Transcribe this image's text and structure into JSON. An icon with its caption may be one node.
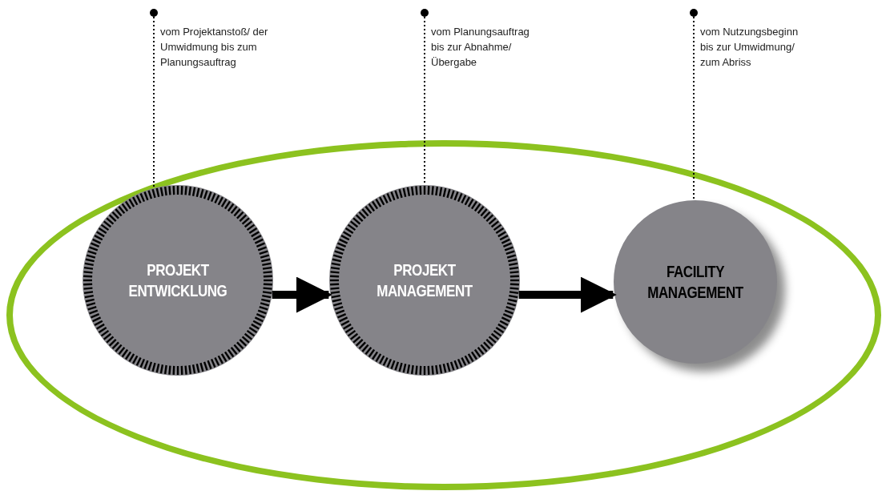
{
  "diagram": {
    "nodes": [
      {
        "text": [],
        "shape": "ellipse"
      },
      {
        "text": [
          "PROJEKT ENTWICKLUNG"
        ],
        "in": 0
      },
      {
        "text": [
          "PROJEKT MANAGEMENT"
        ],
        "in": 0
      },
      {
        "text": [
          "FACILITY MANAGEMENT"
        ],
        "in": 0
      },
      {
        "text": [
          "vom Projektanstoß/ der Umwidmung bis zum Planungsauftrag"
        ]
      },
      {
        "text": [
          "vom Planungsauftrag bis zur Abnahme/ Übergabe"
        ]
      },
      {
        "text": [
          "vom Nutzungsbeginn bis zur Umwidmung/ zum Abriss"
        ]
      }
    ],
    "edges": [
      {
        "from": 1,
        "to": 2,
        "arrow": "to",
        "style": "thick"
      },
      {
        "from": 2,
        "to": 3,
        "arrow": "to",
        "style": "thick"
      },
      {
        "from": 4,
        "to": 1,
        "arrow": "other",
        "style": "dashed"
      },
      {
        "from": 5,
        "to": 2,
        "arrow": "other",
        "style": "dashed"
      },
      {
        "from": 6,
        "to": 3,
        "arrow": "other",
        "style": "dashed"
      }
    ]
  }
}
